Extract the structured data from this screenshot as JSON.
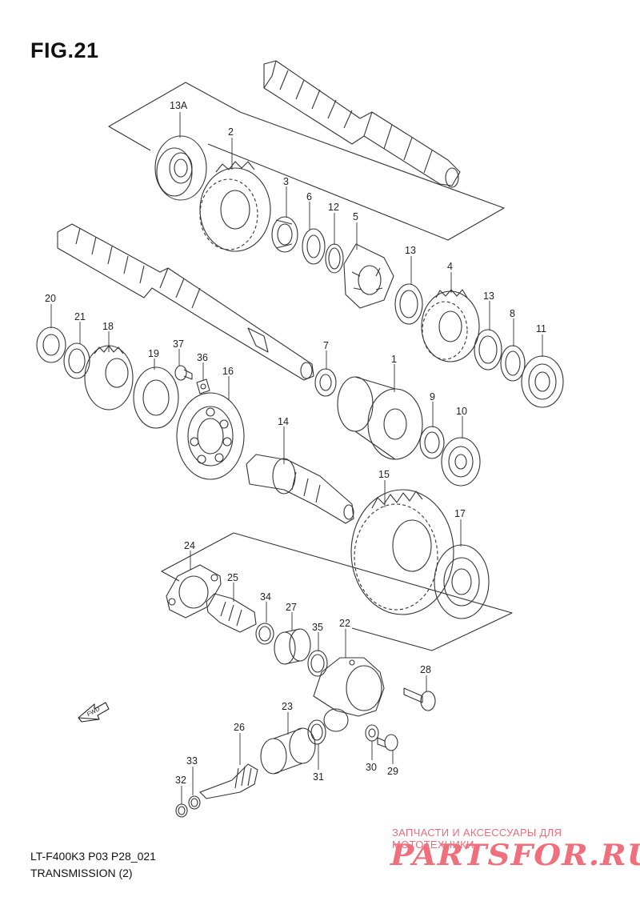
{
  "figure_title": "FIG.21",
  "footer": {
    "model_code": "LT-F400K3 P03 P28_021",
    "section": "TRANSMISSION (2)"
  },
  "watermark": {
    "tagline": "ЗАПЧАСТИ И АКСЕССУАРЫ ДЛЯ МОТОТЕХНИКИ",
    "brand": "PARTSFOR.RU"
  },
  "direction_arrow": {
    "label": "FWD",
    "icon": "fwd-arrow-icon"
  },
  "parts": [
    {
      "id": "13a",
      "label": "13A"
    },
    {
      "id": "2",
      "label": "2"
    },
    {
      "id": "3",
      "label": "3"
    },
    {
      "id": "6",
      "label": "6"
    },
    {
      "id": "12",
      "label": "12"
    },
    {
      "id": "5",
      "label": "5"
    },
    {
      "id": "13-top",
      "label": "13"
    },
    {
      "id": "4",
      "label": "4"
    },
    {
      "id": "13-right",
      "label": "13"
    },
    {
      "id": "8",
      "label": "8"
    },
    {
      "id": "11",
      "label": "11"
    },
    {
      "id": "20",
      "label": "20"
    },
    {
      "id": "21",
      "label": "21"
    },
    {
      "id": "18",
      "label": "18"
    },
    {
      "id": "19",
      "label": "19"
    },
    {
      "id": "37",
      "label": "37"
    },
    {
      "id": "36",
      "label": "36"
    },
    {
      "id": "16",
      "label": "16"
    },
    {
      "id": "7",
      "label": "7"
    },
    {
      "id": "1",
      "label": "1"
    },
    {
      "id": "9",
      "label": "9"
    },
    {
      "id": "10",
      "label": "10"
    },
    {
      "id": "14",
      "label": "14"
    },
    {
      "id": "15",
      "label": "15"
    },
    {
      "id": "17",
      "label": "17"
    },
    {
      "id": "24",
      "label": "24"
    },
    {
      "id": "25",
      "label": "25"
    },
    {
      "id": "34",
      "label": "34"
    },
    {
      "id": "27",
      "label": "27"
    },
    {
      "id": "35",
      "label": "35"
    },
    {
      "id": "22",
      "label": "22"
    },
    {
      "id": "28",
      "label": "28"
    },
    {
      "id": "23",
      "label": "23"
    },
    {
      "id": "26",
      "label": "26"
    },
    {
      "id": "33",
      "label": "33"
    },
    {
      "id": "32",
      "label": "32"
    },
    {
      "id": "31",
      "label": "31"
    },
    {
      "id": "30",
      "label": "30"
    },
    {
      "id": "29",
      "label": "29"
    }
  ]
}
